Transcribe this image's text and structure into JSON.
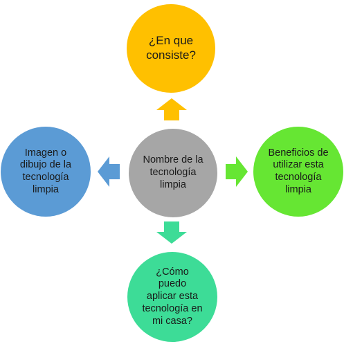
{
  "nodes": {
    "center": {
      "label": "Nombre de la\ntecnología\nlimpia",
      "color": "#a6a6a6"
    },
    "top": {
      "label": "¿En que\nconsiste?",
      "color": "#ffc000"
    },
    "right": {
      "label": "Beneficios de\nutilizar esta\ntecnología\nlimpia",
      "color": "#66e633"
    },
    "bottom": {
      "label": "¿Cómo\npuedo\naplicar esta\ntecnología en\nmi casa?",
      "color": "#3ddc97"
    },
    "left": {
      "label": "Imagen o\ndibujo de la\ntecnología\nlimpia",
      "color": "#5b9bd5"
    }
  },
  "arrows": {
    "up": {
      "icon": "arrow-up-icon",
      "color": "#ffc000"
    },
    "right": {
      "icon": "arrow-right-icon",
      "color": "#66e633"
    },
    "down": {
      "icon": "arrow-down-icon",
      "color": "#3ddc97"
    },
    "left": {
      "icon": "arrow-left-icon",
      "color": "#5b9bd5"
    }
  }
}
